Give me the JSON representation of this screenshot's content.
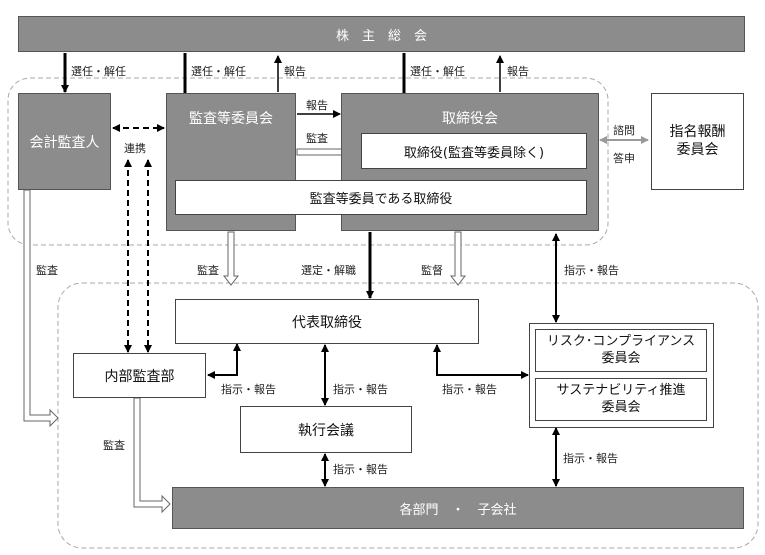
{
  "nodes": {
    "shareholders": "株　主　総　会",
    "accounting_auditor": "会計監査人",
    "audit_committee": "監査等委員会",
    "board": "取締役会",
    "directors_excl": "取締役(監査等委員除く)",
    "audit_member_directors": "監査等委員である取締役",
    "nomination_committee": "指名報酬\n委員会",
    "representative_director": "代表取締役",
    "internal_audit": "内部監査部",
    "executive_meeting": "執行会議",
    "risk_committee": "リスク･コンプライアンス\n委員会",
    "sustainability_committee": "サステナビリティ推進\n委員会",
    "departments": "各部門　・　子会社"
  },
  "labels": {
    "elect_dismiss_1": "選任・解任",
    "elect_dismiss_2": "選任・解任",
    "report_1": "報告",
    "elect_dismiss_3": "選任・解任",
    "report_2": "報告",
    "report_3": "報告",
    "audit_1": "監査",
    "cooperation": "連携",
    "consult": "諮問",
    "reply": "答申",
    "audit_2": "監査",
    "audit_3": "監査",
    "select_dismiss": "選定・解職",
    "supervise": "監督",
    "instruct_report_1": "指示・報告",
    "instruct_report_2": "指示・報告",
    "instruct_report_3": "指示・報告",
    "instruct_report_4": "指示・報告",
    "instruct_report_5": "指示・報告",
    "instruct_report_6": "指示・報告",
    "audit_4": "監査"
  }
}
